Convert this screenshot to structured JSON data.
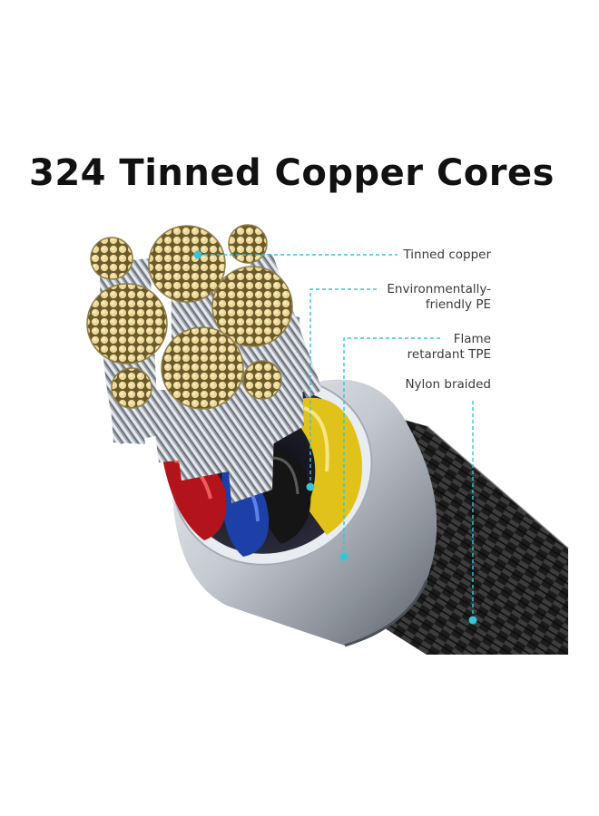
{
  "title": "324 Tinned Copper Cores",
  "callouts": [
    {
      "name": "tinned-copper",
      "lines": [
        "Tinned copper"
      ]
    },
    {
      "name": "environmentally-friendly-pe",
      "lines": [
        "Environmentally-",
        "friendly PE"
      ]
    },
    {
      "name": "flame-retardant-tpe",
      "lines": [
        "Flame",
        "retardant TPE"
      ]
    },
    {
      "name": "nylon-braided",
      "lines": [
        "Nylon braided"
      ]
    }
  ],
  "colors": {
    "accent": "#36c5d8",
    "copper": "#e3cf8e",
    "strand_silver": "#b7bcc4",
    "insulation_red": "#b3141c",
    "insulation_blue": "#1c3fa8",
    "insulation_yellow": "#e0c21a",
    "insulation_black": "#141414",
    "jacket_silver": "#cfd3d9",
    "braid_black": "#1e1e1e"
  }
}
